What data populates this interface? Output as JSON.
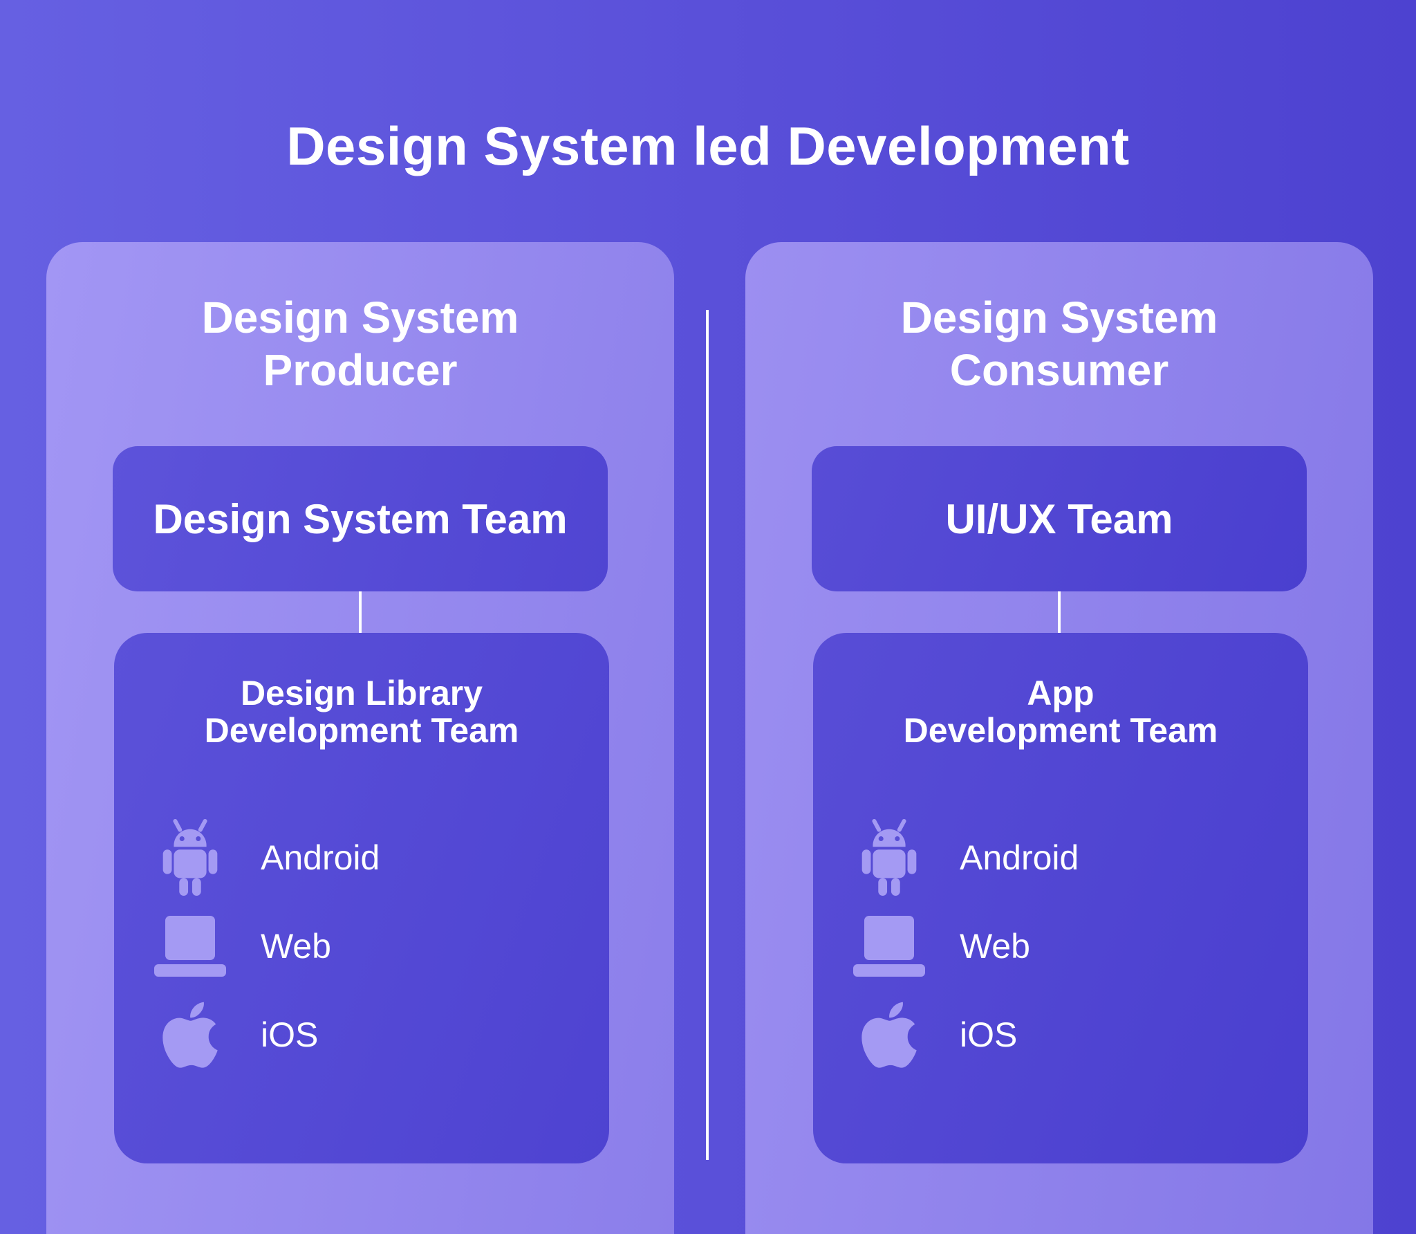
{
  "title": "Design System led Development",
  "colors": {
    "background_left": "#6660e2",
    "background_right": "#4d42d0",
    "panel_light": "#9c8ef2",
    "inner_box_dark": "#5950d7",
    "icon_tint": "#a49af3",
    "divider": "#ffffff",
    "text": "#ffffff"
  },
  "panels": [
    {
      "header_line1": "Design System",
      "header_line2": "Producer",
      "team_box_label": "Design System Team",
      "dev_title_line1": "Design Library",
      "dev_title_line2": "Development Team",
      "platforms": [
        {
          "icon": "android-icon",
          "label": "Android"
        },
        {
          "icon": "laptop-icon",
          "label": "Web"
        },
        {
          "icon": "apple-icon",
          "label": "iOS"
        }
      ]
    },
    {
      "header_line1": "Design System",
      "header_line2": "Consumer",
      "team_box_label": "UI/UX Team",
      "dev_title_line1": "App",
      "dev_title_line2": "Development Team",
      "platforms": [
        {
          "icon": "android-icon",
          "label": "Android"
        },
        {
          "icon": "laptop-icon",
          "label": "Web"
        },
        {
          "icon": "apple-icon",
          "label": "iOS"
        }
      ]
    }
  ]
}
